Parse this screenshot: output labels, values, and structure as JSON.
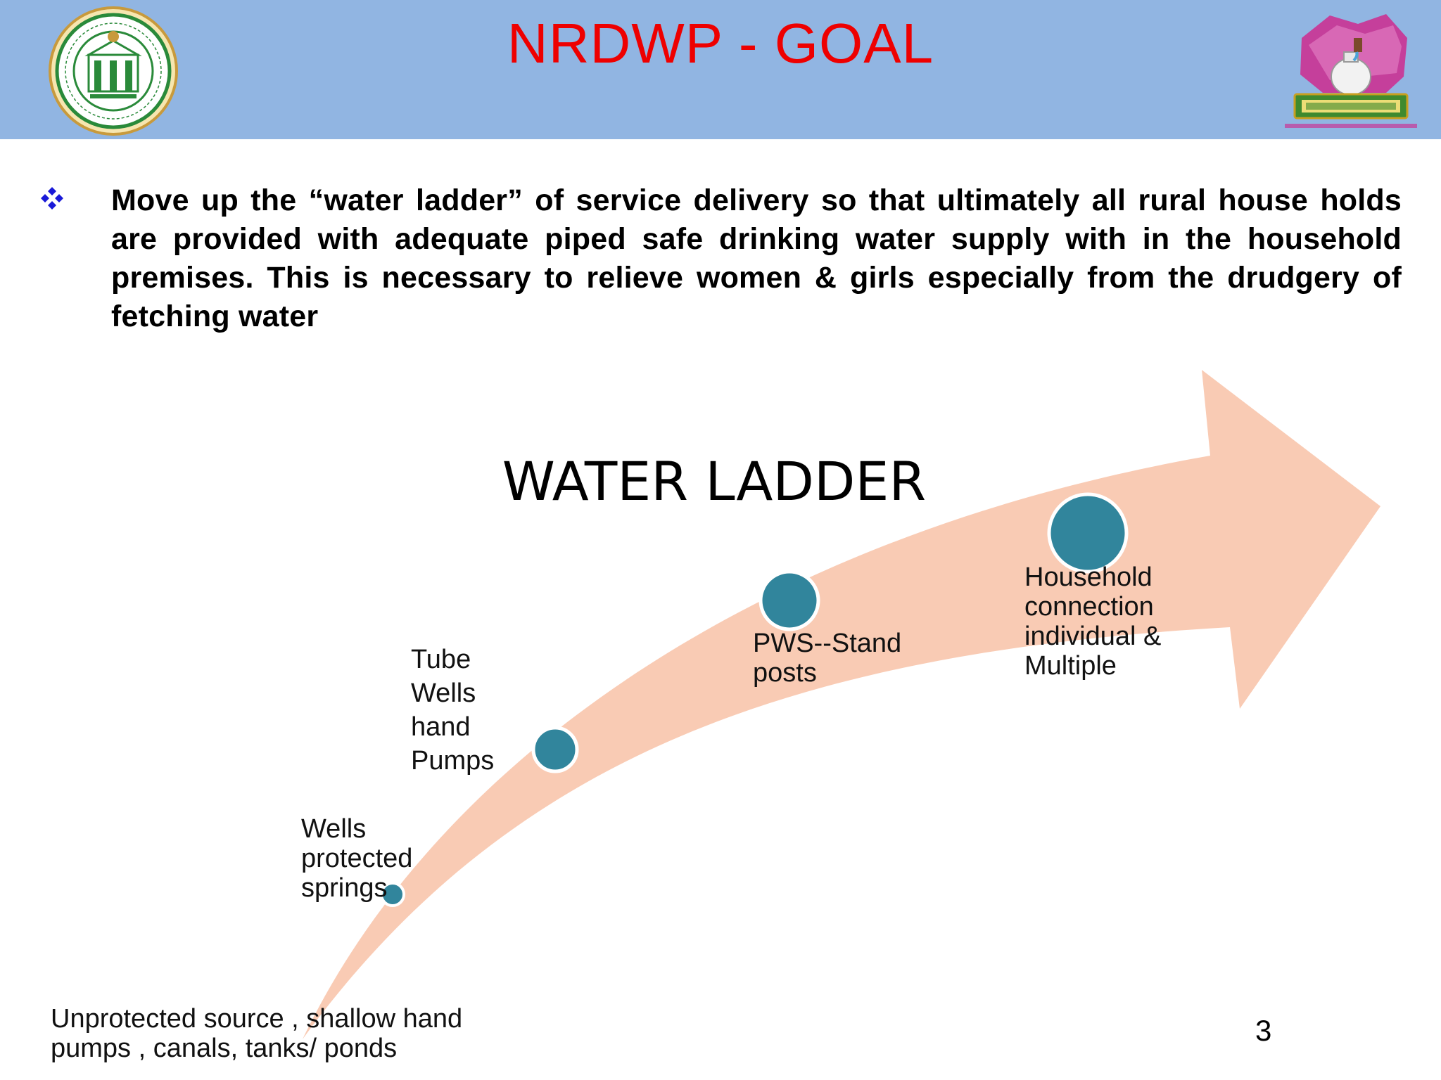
{
  "header": {
    "title": "NRDWP - GOAL",
    "logo_left": "government-of-telangana-seal",
    "logo_right": "mission-bhagiratha-logo",
    "background_color": "#91b5e2",
    "title_color": "#ee0000"
  },
  "bullet": {
    "icon": "diamond-bullet-icon",
    "text": "Move up the “water ladder” of service delivery so that  ultimately all rural house holds are provided with adequate  piped safe  drinking water supply with in the household premises. This is necessary to  relieve women & girls especially from the drudgery of fetching water"
  },
  "diagram": {
    "title": "WATER LADDER",
    "arrow_color": "#f9cbb4",
    "node_color": "#31859c",
    "steps": [
      {
        "label": "Unprotected source , shallow hand pumps , canals, tanks/ ponds"
      },
      {
        "label": "Wells protected springs"
      },
      {
        "label": "Tube Wells hand Pumps"
      },
      {
        "label": "PWS--Stand posts"
      },
      {
        "label": "Household connection individual & Multiple"
      }
    ]
  },
  "footer": {
    "page_number": "3"
  }
}
